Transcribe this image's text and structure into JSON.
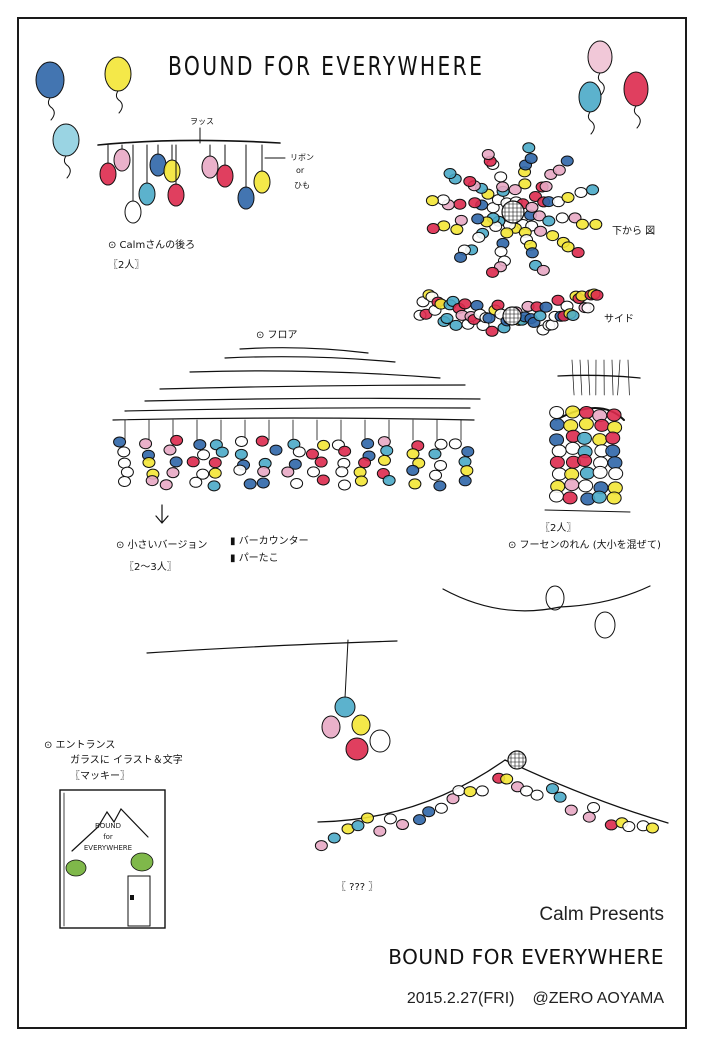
{
  "poster": {
    "hand_title": "BOUND FOR EVERYWHERE",
    "colors": {
      "blue": "#2f66a8",
      "yellow": "#f3e635",
      "red": "#dd2a4e",
      "pink": "#e8a9c4",
      "cyan": "#4aaac8",
      "green": "#7fb84a",
      "ink": "#111111"
    }
  },
  "sections": {
    "calm_back": {
      "hook_label": "ヲッス",
      "ribbon_label": "リボン",
      "ribbon_or": "or",
      "ribbon_alt": "ひも",
      "caption": "⊙ Calmさんの後ろ",
      "people": "〖2人〗"
    },
    "from_below": {
      "caption": "下から 図"
    },
    "side": {
      "caption": "サイド"
    },
    "floor": {
      "caption": "⊙ フロア"
    },
    "small_version": {
      "caption": "⊙ 小さいバージョン",
      "people": "〖2〜3人〗",
      "options": [
        "バーカウンター",
        "パーたこ"
      ]
    },
    "balloon_curtain": {
      "people": "〖2人〗",
      "caption": "⊙ フーセンのれん (大小を混ぜて)"
    },
    "entrance": {
      "caption_line1": "⊙ エントランス",
      "caption_line2": "ガラスに イラスト＆文字",
      "caption_line3": "〖マッキー〗",
      "sign_lines": [
        "BOUND",
        "for",
        "EVERYWHERE"
      ]
    },
    "garland": {
      "caption": "〖 ??? 〗"
    }
  },
  "footer": {
    "presents": "Calm Presents",
    "title": "BOUND FOR EVERYWHERE",
    "date": "2015.2.27(FRI)",
    "venue": "@ZERO AOYAMA"
  }
}
